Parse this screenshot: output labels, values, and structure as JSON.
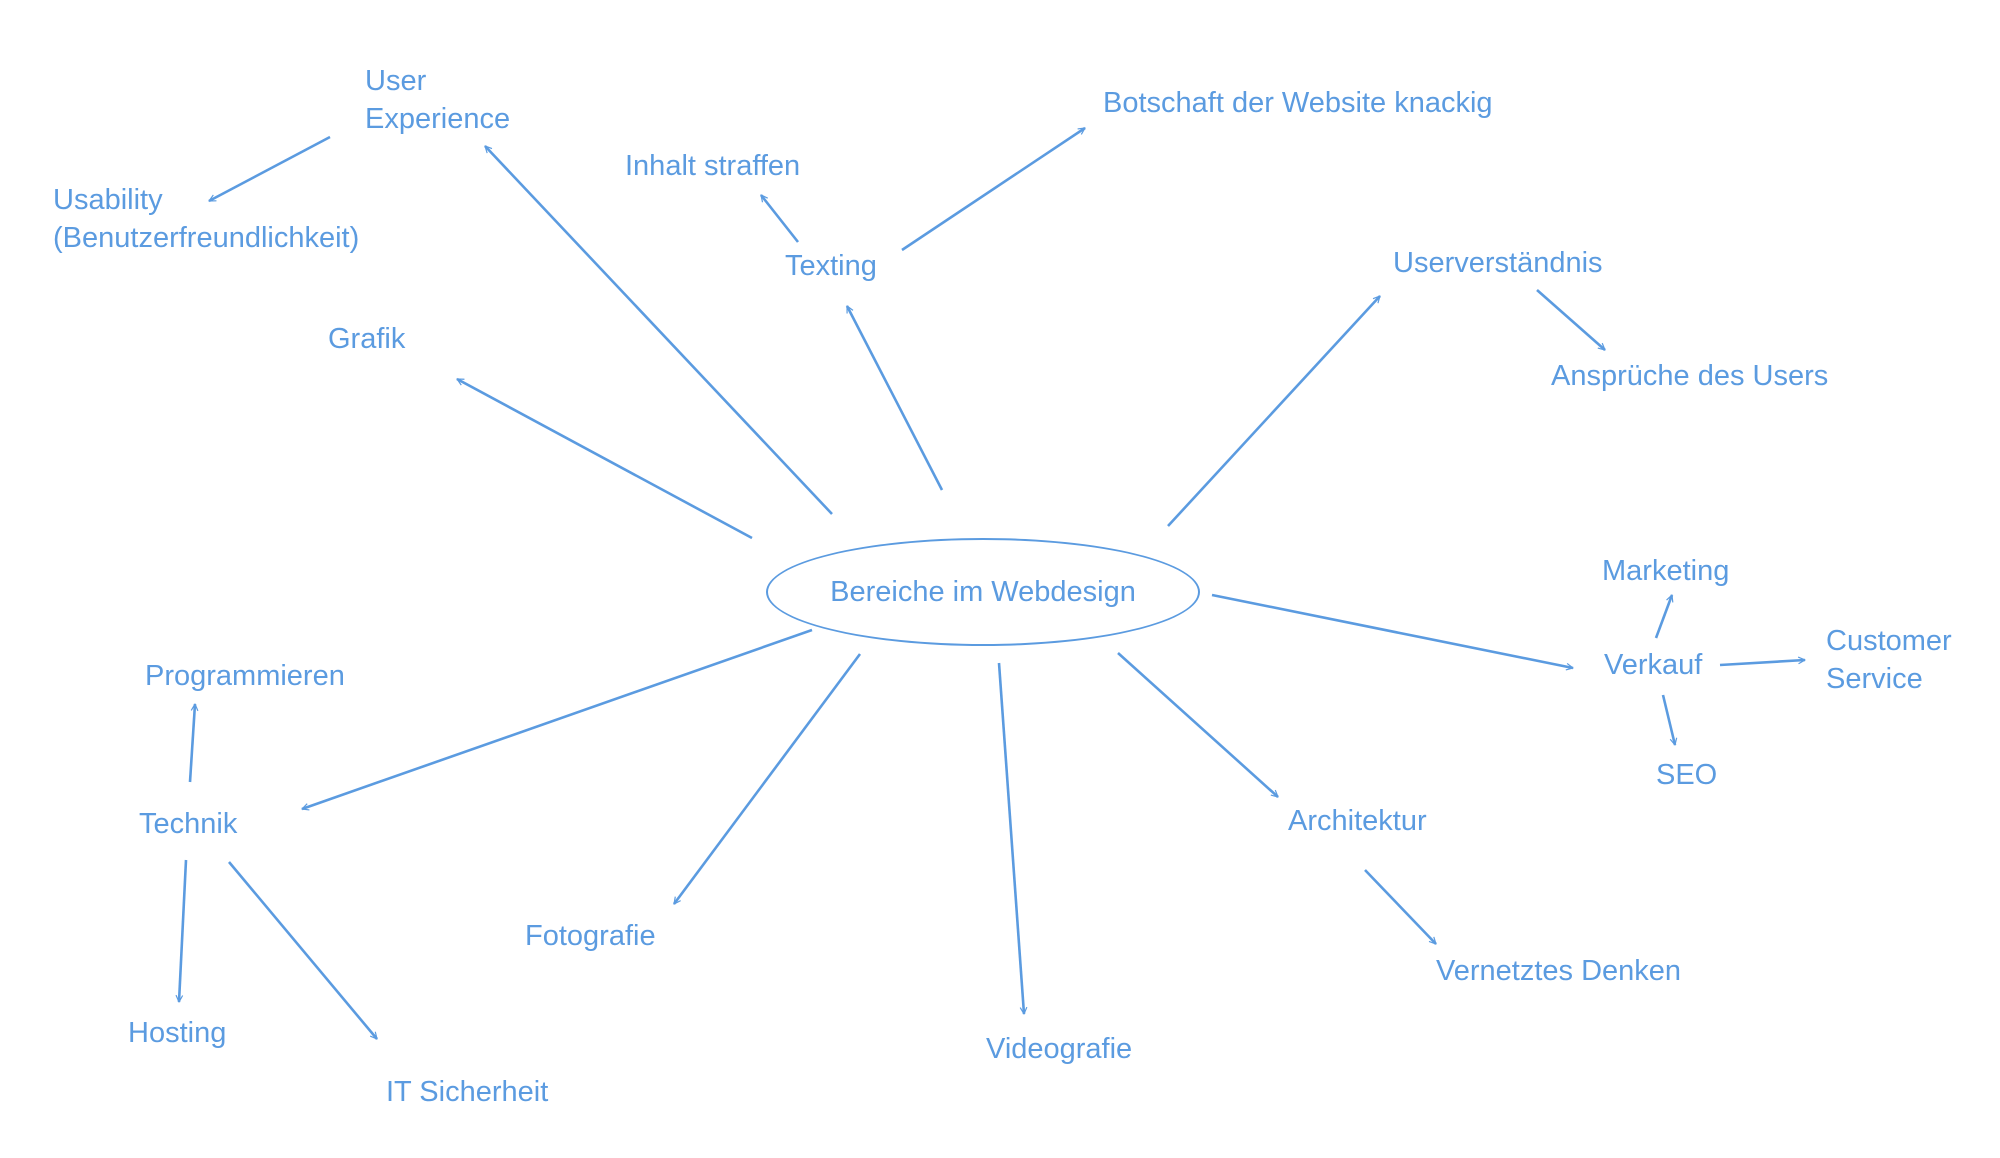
{
  "colors": {
    "accent": "#5b9be0",
    "background": "#ffffff"
  },
  "center": "Bereiche im Webdesign",
  "nodes": {
    "user_experience": [
      "User",
      "Experience"
    ],
    "usability": [
      "Usability",
      "(Benutzerfreundlichkeit)"
    ],
    "grafik": "Grafik",
    "inhalt_straffen": "Inhalt straffen",
    "texting": "Texting",
    "botschaft": "Botschaft der Website knackig",
    "userverstaendnis": "Userverständnis",
    "ansprueche": "Ansprüche des Users",
    "marketing": "Marketing",
    "verkauf": "Verkauf",
    "customer_service": [
      "Customer",
      "Service"
    ],
    "seo": "SEO",
    "architektur": "Architektur",
    "vernetztes_denken": "Vernetztes Denken",
    "programmieren": "Programmieren",
    "technik": "Technik",
    "hosting": "Hosting",
    "it_sicherheit": "IT Sicherheit",
    "fotografie": "Fotografie",
    "videografie": "Videografie"
  },
  "edges": [
    {
      "from": "center",
      "to": "user_experience"
    },
    {
      "from": "user_experience",
      "to": "usability"
    },
    {
      "from": "center",
      "to": "grafik"
    },
    {
      "from": "center",
      "to": "texting"
    },
    {
      "from": "texting",
      "to": "inhalt_straffen"
    },
    {
      "from": "texting",
      "to": "botschaft"
    },
    {
      "from": "center",
      "to": "userverstaendnis"
    },
    {
      "from": "userverstaendnis",
      "to": "ansprueche"
    },
    {
      "from": "center",
      "to": "verkauf"
    },
    {
      "from": "verkauf",
      "to": "marketing"
    },
    {
      "from": "verkauf",
      "to": "customer_service"
    },
    {
      "from": "verkauf",
      "to": "seo"
    },
    {
      "from": "center",
      "to": "architektur"
    },
    {
      "from": "architektur",
      "to": "vernetztes_denken"
    },
    {
      "from": "center",
      "to": "technik"
    },
    {
      "from": "technik",
      "to": "programmieren"
    },
    {
      "from": "technik",
      "to": "hosting"
    },
    {
      "from": "technik",
      "to": "it_sicherheit"
    },
    {
      "from": "center",
      "to": "fotografie"
    },
    {
      "from": "center",
      "to": "videografie"
    }
  ]
}
